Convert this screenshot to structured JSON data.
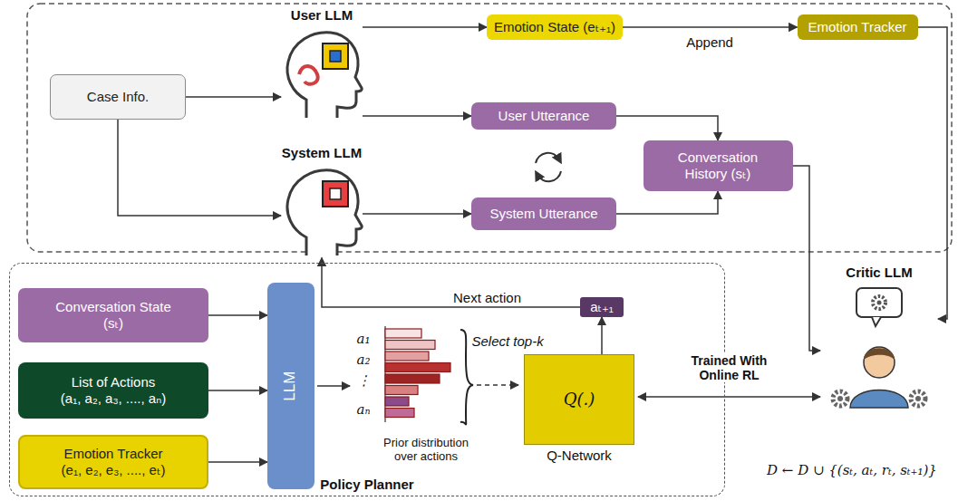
{
  "diagram": {
    "nodes": [
      {
        "text": [
          "Case Info."
        ]
      },
      {
        "text": [
          "User LLM"
        ]
      },
      {
        "text": [
          "Emotion State (eₜ₊₁)"
        ]
      },
      {
        "text": [
          "Emotion Tracker"
        ]
      },
      {
        "text": [
          "User Utterance"
        ]
      },
      {
        "text": [
          "Conversation History (sₜ)"
        ]
      },
      {
        "text": [
          "System LLM"
        ]
      },
      {
        "text": [
          "System Utterance"
        ]
      },
      {
        "text": [
          "Policy Planner"
        ]
      },
      {
        "text": [
          "Conversation State (sₜ)"
        ],
        "in": 8
      },
      {
        "text": [
          "List of Actions",
          "(a₁, a₂, a₃, ...., aₙ)"
        ],
        "in": 8
      },
      {
        "text": [
          "Emotion Tracker",
          "(e₁, e₂, e₃, ...., eₜ)"
        ],
        "in": 8
      },
      {
        "text": [
          "LLM"
        ],
        "in": 8
      },
      {
        "text": [
          "Q(.)",
          "Q-Network"
        ],
        "in": 8
      },
      {
        "text": [
          "aₜ₊₁"
        ],
        "in": 8
      },
      {
        "text": [
          "Critic LLM"
        ]
      }
    ],
    "edges": [
      {
        "from": 0,
        "to": 1,
        "arrow": "to"
      },
      {
        "from": 0,
        "to": 6,
        "arrow": "to"
      },
      {
        "from": 1,
        "to": 2,
        "arrow": "to"
      },
      {
        "from": 2,
        "to": 3,
        "label": "Append",
        "arrow": "to"
      },
      {
        "from": 1,
        "to": 4,
        "arrow": "to"
      },
      {
        "from": 4,
        "to": 5,
        "arrow": "to"
      },
      {
        "from": 6,
        "to": 7,
        "arrow": "to"
      },
      {
        "from": 7,
        "to": 5,
        "arrow": "to"
      },
      {
        "from": 3,
        "to": 15,
        "arrow": "to"
      },
      {
        "from": 5,
        "to": 15,
        "arrow": "to"
      },
      {
        "from": 9,
        "to": 12,
        "arrow": "to"
      },
      {
        "from": 10,
        "to": 12,
        "arrow": "to"
      },
      {
        "from": 11,
        "to": 12,
        "arrow": "to"
      },
      {
        "from": 13,
        "to": 14,
        "arrow": "to"
      },
      {
        "from": 14,
        "to": 6,
        "label": "Next action",
        "arrow": "to"
      },
      {
        "from": 13,
        "to": 15,
        "label": "Trained With Online RL",
        "arrow": "both"
      }
    ],
    "labels": [
      "a₁",
      "a₂",
      "⋮",
      "aₙ",
      "Select top-k",
      "Prior distribution over actions",
      "D ← D ∪ {(sₜ, aₜ, rₜ, sₜ₊₁)}"
    ]
  }
}
